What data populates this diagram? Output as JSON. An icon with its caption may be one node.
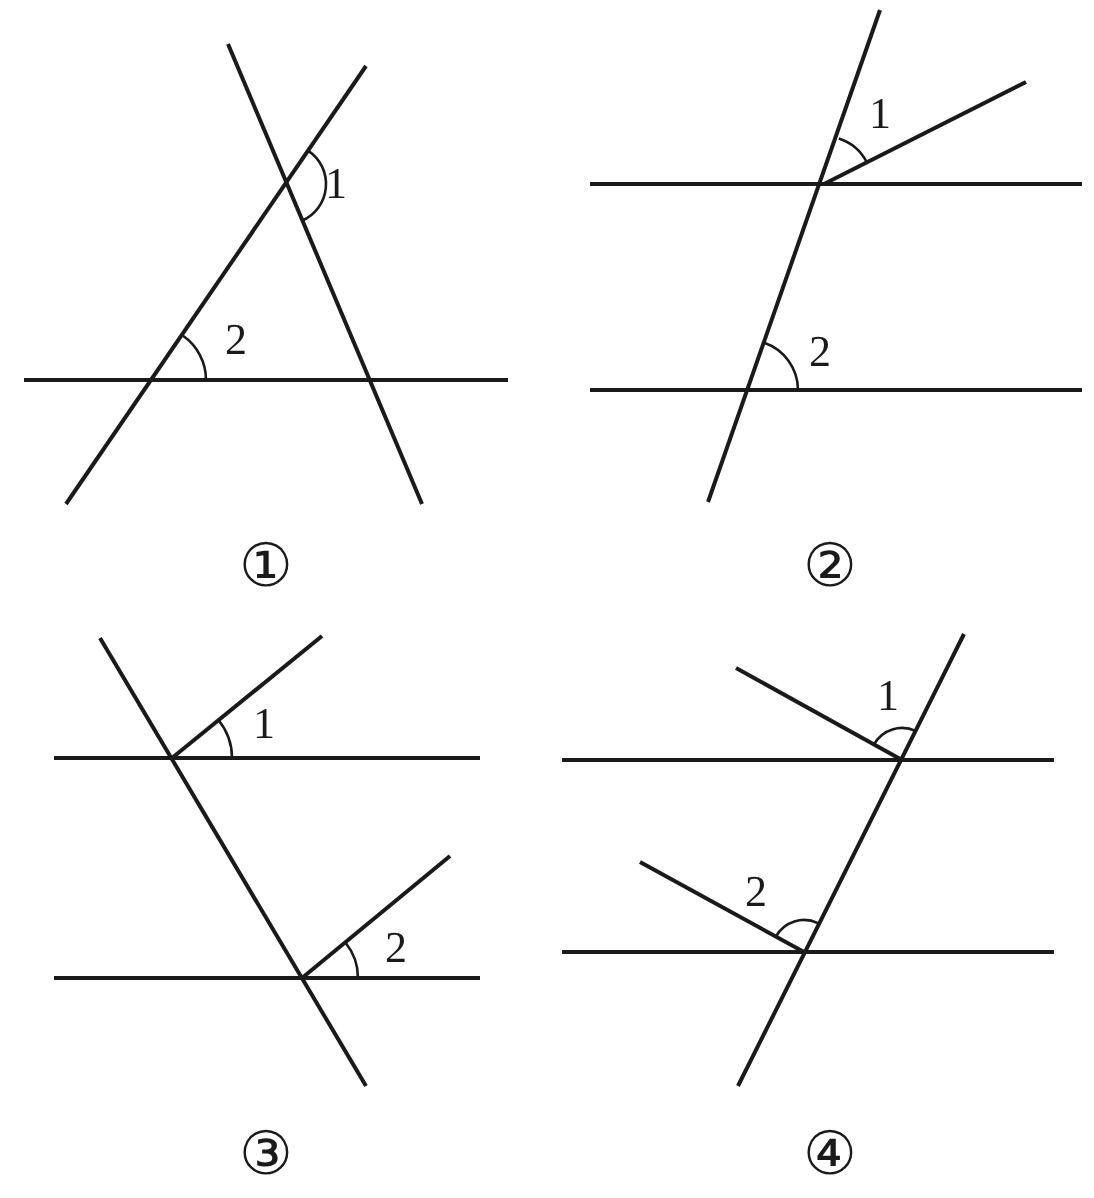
{
  "diagram": {
    "labels": [
      "1",
      "2",
      "①",
      "1",
      "2",
      "②",
      "1",
      "2",
      "③",
      "1",
      "2",
      "④"
    ]
  }
}
